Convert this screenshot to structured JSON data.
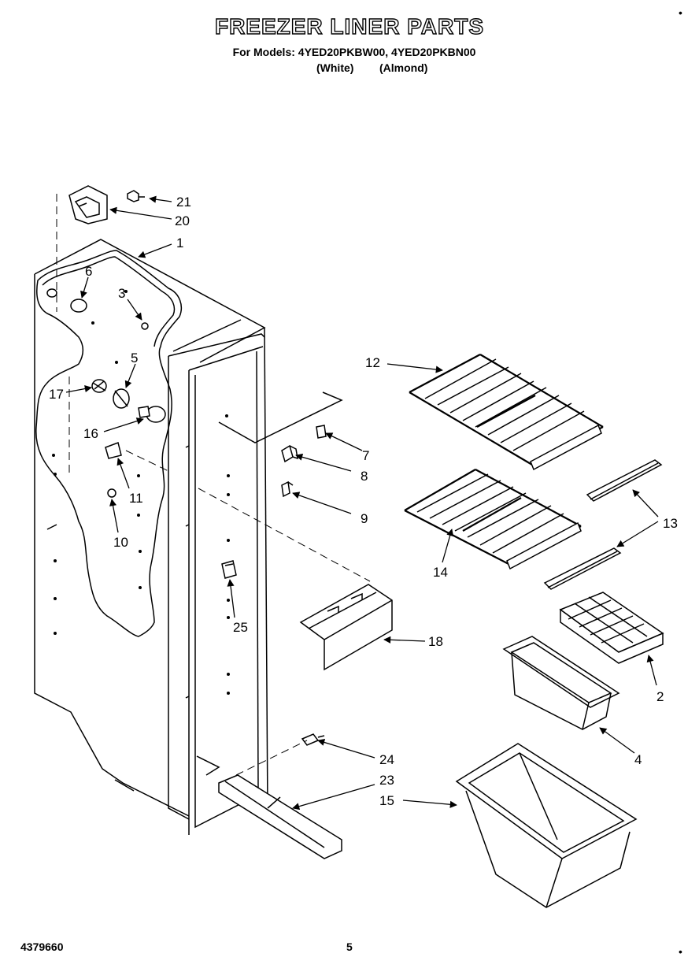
{
  "page": {
    "title": "FREEZER LINER PARTS",
    "models_line": "For Models: 4YED20PKBW00, 4YED20PKBN00",
    "color_white": "(White)",
    "color_almond": "(Almond)",
    "doc_number": "4379660",
    "page_number": "5",
    "corner_mark": "•"
  },
  "callouts": {
    "c1": "1",
    "c2": "2",
    "c3": "3",
    "c4": "4",
    "c5": "5",
    "c6": "6",
    "c7": "7",
    "c8": "8",
    "c9": "9",
    "c10": "10",
    "c11": "11",
    "c12": "12",
    "c13": "13",
    "c14": "14",
    "c15": "15",
    "c16": "16",
    "c17": "17",
    "c18": "18",
    "c20": "20",
    "c21": "21",
    "c23": "23",
    "c24": "24",
    "c25": "25"
  }
}
